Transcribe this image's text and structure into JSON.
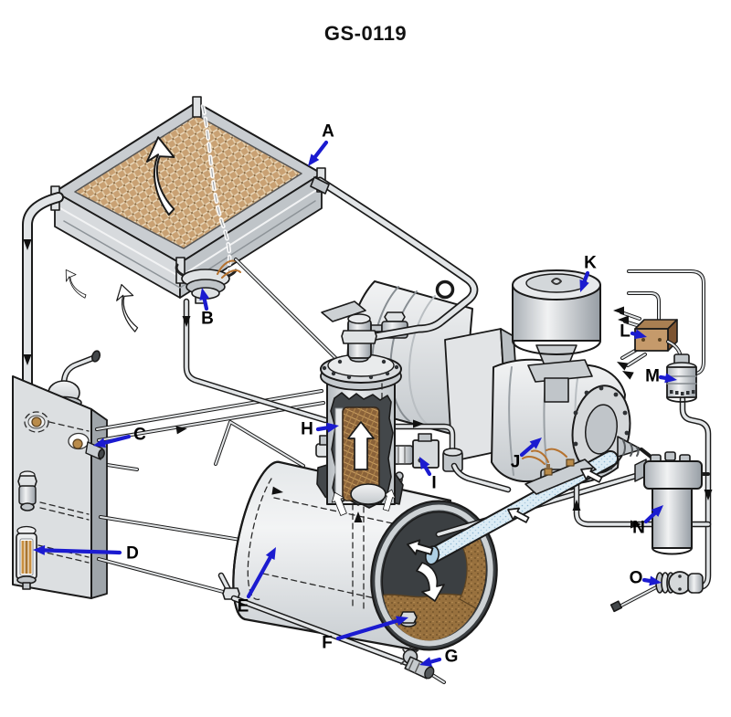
{
  "title": "GS-0119",
  "colors": {
    "background": "#ffffff",
    "callout_arrow": "#1b1bd0",
    "callout_text": "#000000",
    "outline": "#1a1a1a",
    "metal_light": "#eceeef",
    "metal_mid": "#ced2d5",
    "metal_dark": "#a6acb1",
    "mesh_tan": "#c9a173",
    "element_brown": "#8a6239",
    "oil_brown": "#97713f",
    "interior_dark": "#43474a",
    "discharge_blue": "#dcecf5",
    "wire_copper": "#b5722f",
    "brass": "#b98b4a"
  },
  "callouts": [
    {
      "letter": "A",
      "label": [
        359,
        144
      ],
      "arrow": [
        357,
        156,
        337,
        182
      ]
    },
    {
      "letter": "B",
      "label": [
        227,
        349
      ],
      "arrow": [
        226,
        338,
        221,
        315
      ]
    },
    {
      "letter": "C",
      "label": [
        153,
        476
      ],
      "arrow": [
        141,
        478,
        102,
        488
      ]
    },
    {
      "letter": "D",
      "label": [
        145,
        606
      ],
      "arrow": [
        131,
        605,
        36,
        602
      ]
    },
    {
      "letter": "E",
      "label": [
        266,
        664
      ],
      "arrow": [
        272,
        653,
        302,
        599
      ]
    },
    {
      "letter": "F",
      "label": [
        358,
        704
      ],
      "arrow": [
        370,
        699,
        447,
        676
      ]
    },
    {
      "letter": "G",
      "label": [
        494,
        719
      ],
      "arrow": [
        481,
        722,
        459,
        728
      ]
    },
    {
      "letter": "H",
      "label": [
        336,
        470
      ],
      "arrow": [
        348,
        470,
        371,
        466
      ]
    },
    {
      "letter": "I",
      "label": [
        475,
        529
      ],
      "arrow": [
        470,
        519,
        459,
        500
      ]
    },
    {
      "letter": "J",
      "label": [
        564,
        506
      ],
      "arrow": [
        571,
        498,
        593,
        479
      ]
    },
    {
      "letter": "K",
      "label": [
        646,
        288
      ],
      "arrow": [
        643,
        299,
        635,
        320
      ]
    },
    {
      "letter": "L",
      "label": [
        684,
        363
      ],
      "arrow": [
        692,
        365,
        708,
        369
      ]
    },
    {
      "letter": "M",
      "label": [
        714,
        412
      ],
      "arrow": [
        723,
        413,
        741,
        416
      ]
    },
    {
      "letter": "N",
      "label": [
        699,
        578
      ],
      "arrow": [
        707,
        571,
        726,
        553
      ]
    },
    {
      "letter": "O",
      "label": [
        696,
        633
      ],
      "arrow": [
        705,
        635,
        724,
        638
      ]
    }
  ]
}
